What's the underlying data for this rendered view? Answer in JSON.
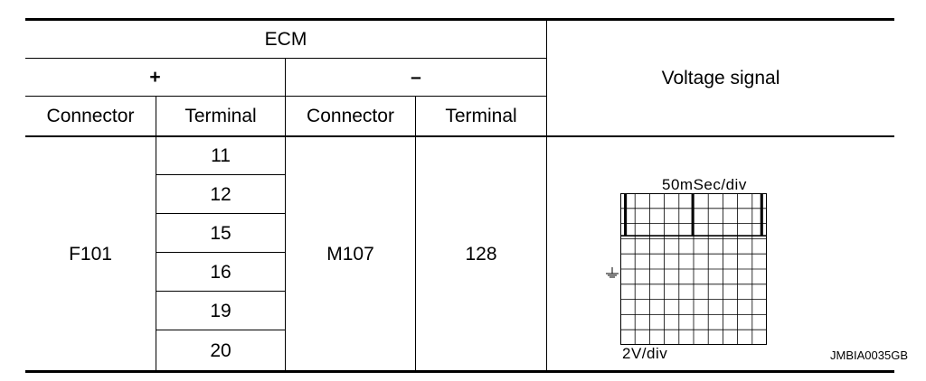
{
  "table": {
    "header": {
      "ecm": "ECM",
      "plus": "+",
      "minus": "–",
      "voltage_signal": "Voltage signal",
      "connector_plus": "Connector",
      "terminal_plus": "Terminal",
      "connector_minus": "Connector",
      "terminal_minus": "Terminal"
    },
    "body": {
      "connector_plus": "F101",
      "terminals_plus": [
        "11",
        "12",
        "15",
        "16",
        "19",
        "20"
      ],
      "connector_minus": "M107",
      "terminal_minus": "128"
    }
  },
  "waveform": {
    "time_scale": "50mSec/div",
    "voltage_scale": "2V/div",
    "ground_symbol": "ground-icon",
    "grid_divisions": {
      "horizontal": 10,
      "vertical": 10
    },
    "pulse_positions_div": [
      0.3,
      4.9,
      9.6
    ],
    "baseline_div": 2.8,
    "pulse_height_div": 3.0
  },
  "figure_code": "JMBIA0035GB"
}
